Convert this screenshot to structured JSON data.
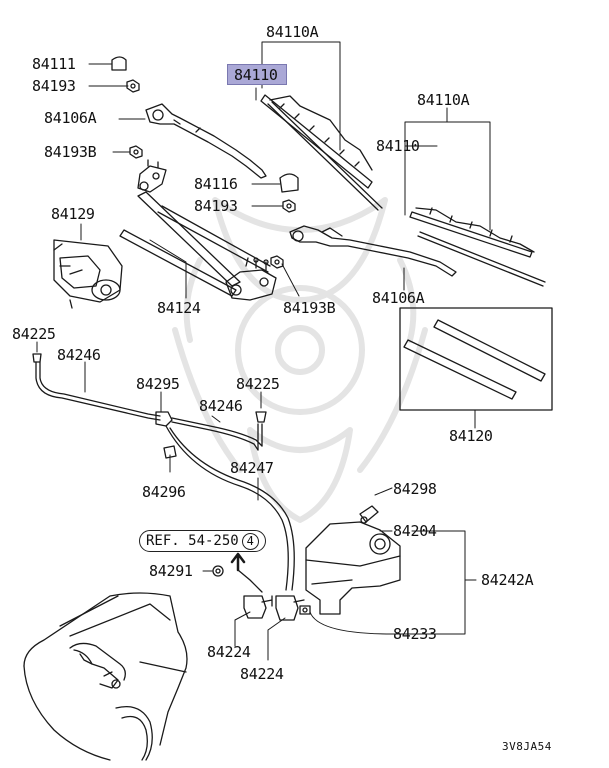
{
  "diagram_code": "3V8JA54",
  "reference": {
    "text": "REF. 54-250",
    "circle": "4"
  },
  "labels": {
    "p84110A_top": "84110A",
    "p84110_highlight": "84110",
    "p84111": "84111",
    "p84193_a": "84193",
    "p84106A_left": "84106A",
    "p84193B_left": "84193B",
    "p84110A_right": "84110A",
    "p84110_right": "84110",
    "p84116": "84116",
    "p84193_b": "84193",
    "p84129": "84129",
    "p84124": "84124",
    "p84193B_right": "84193B",
    "p84106A_right": "84106A",
    "p84225_left": "84225",
    "p84246_left": "84246",
    "p84295": "84295",
    "p84225_right": "84225",
    "p84246_right": "84246",
    "p84120": "84120",
    "p84296": "84296",
    "p84247": "84247",
    "p84298": "84298",
    "p84204": "84204",
    "p84242A": "84242A",
    "p84291": "84291",
    "p84233": "84233",
    "p84224_a": "84224",
    "p84224_b": "84224"
  },
  "colors": {
    "highlight": "#aaa8d6",
    "line": "#1a1a1a",
    "watermark": "#e6e6e6"
  }
}
